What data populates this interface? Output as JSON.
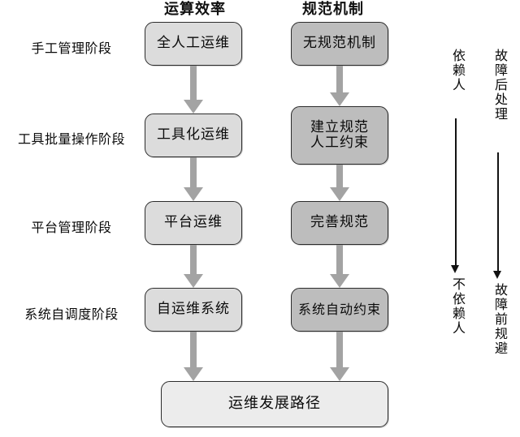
{
  "headers": {
    "left": "运算效率",
    "right": "规范机制"
  },
  "stages": [
    {
      "label": "手工管理阶段"
    },
    {
      "label": "工具批量操作阶段"
    },
    {
      "label": "平台管理阶段"
    },
    {
      "label": "系统自调度阶段"
    }
  ],
  "left_column": [
    {
      "text": "全人工运维"
    },
    {
      "text": "工具化运维"
    },
    {
      "text": "平台运维"
    },
    {
      "text": "自运维系统"
    }
  ],
  "right_column": [
    {
      "text": "无规范机制"
    },
    {
      "line1": "建立规范",
      "line2": "人工约束"
    },
    {
      "text": "完善规范"
    },
    {
      "text": "系统自动约束"
    }
  ],
  "footer": {
    "text": "运维发展路径"
  },
  "axes": [
    {
      "top": "依赖人",
      "bottom": "不依赖人"
    },
    {
      "top": "故障后处理",
      "bottom": "故障前规避"
    }
  ],
  "colors": {
    "box_light": "#dcdcdc",
    "box_dark": "#bdbdbd",
    "box_footer": "#ececec",
    "border": "#2c2c2c",
    "arrow": "#a3a3a3",
    "axis": "#121212",
    "text": "#0a0a0a",
    "background": "#ffffff"
  }
}
